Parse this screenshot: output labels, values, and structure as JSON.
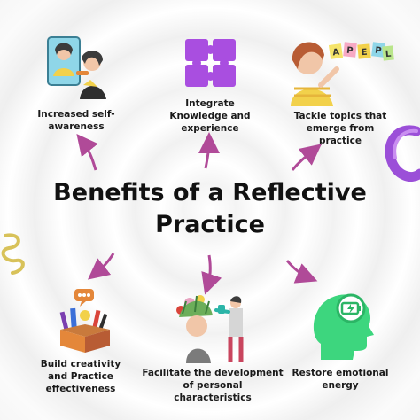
{
  "title_line1": "Benefits of a Reflective",
  "title_line2": "Practice",
  "benefits": [
    {
      "label_lines": [
        "Increased self-",
        "awareness"
      ],
      "icon": "mirror-reflection-icon"
    },
    {
      "label_lines": [
        "Integrate",
        "Knowledge and",
        "experience"
      ],
      "icon": "puzzle-icon"
    },
    {
      "label_lines": [
        "Tackle topics that",
        "emerge from",
        "practice"
      ],
      "icon": "child-spelling-icon"
    },
    {
      "label_lines": [
        "Build creativity",
        "and Practice",
        "effectiveness"
      ],
      "icon": "creative-box-icon"
    },
    {
      "label_lines": [
        "Facilitate the development",
        "of personal",
        "characteristics"
      ],
      "icon": "growing-mind-icon"
    },
    {
      "label_lines": [
        "Restore emotional",
        "energy"
      ],
      "icon": "head-battery-icon"
    }
  ],
  "colors": {
    "arrow": "#b04a98",
    "puzzle": "#a94ee0",
    "head": "#3dd67e",
    "text": "#1a1a1a"
  }
}
